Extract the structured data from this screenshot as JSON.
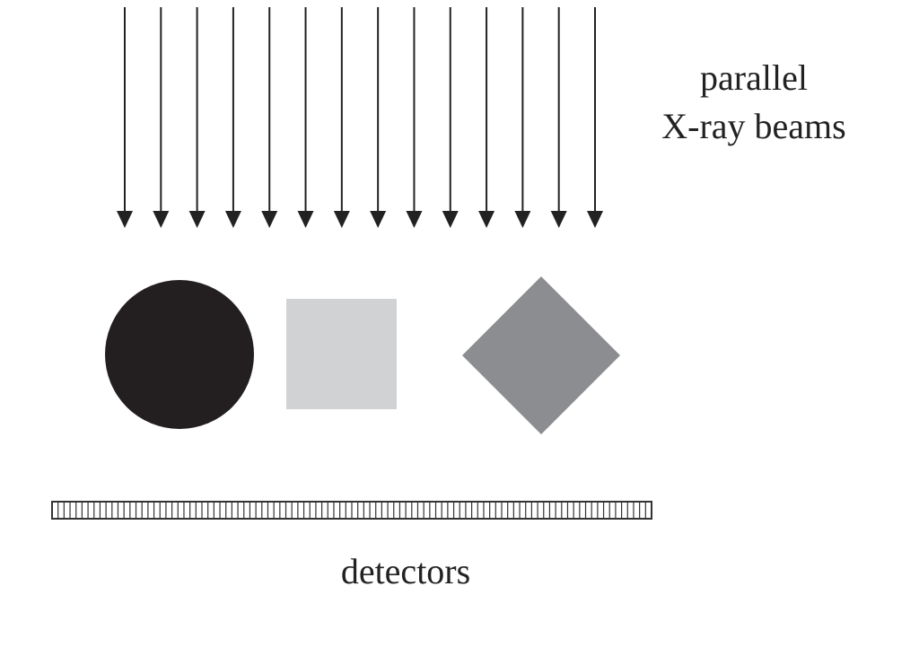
{
  "beams": {
    "label_line1": "parallel",
    "label_line2": "X-ray beams",
    "count": 14
  },
  "objects": [
    {
      "shape": "circle",
      "fill": "#231f20"
    },
    {
      "shape": "square",
      "fill": "#d1d2d4"
    },
    {
      "shape": "diamond",
      "fill": "#8c8d90"
    }
  ],
  "detector": {
    "label": "detectors",
    "cell_count": 100
  },
  "colors": {
    "ink": "#222222",
    "detector_stroke": "#333333"
  }
}
